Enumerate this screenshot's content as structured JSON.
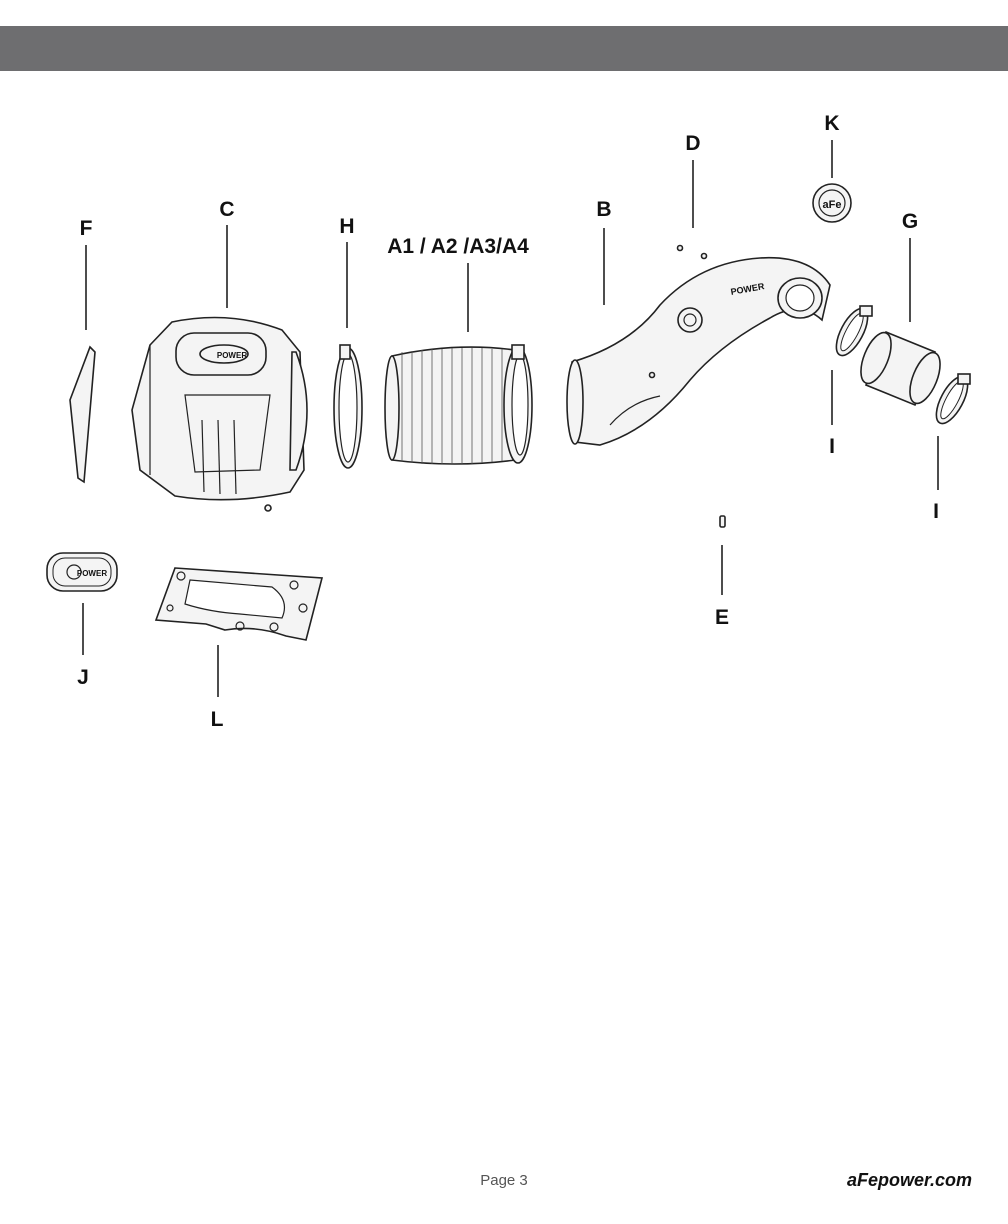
{
  "labels": {
    "F": "F",
    "C": "C",
    "H": "H",
    "A": "A1 / A2 /A3/A4",
    "B": "B",
    "D": "D",
    "K": "K",
    "G": "G",
    "I1": "I",
    "I2": "I",
    "E": "E",
    "J": "J",
    "L": "L"
  },
  "logo_text": {
    "brand": "aFe",
    "power": "POWER"
  },
  "footer": {
    "page": "Page 3",
    "site": "aFepower.com"
  }
}
